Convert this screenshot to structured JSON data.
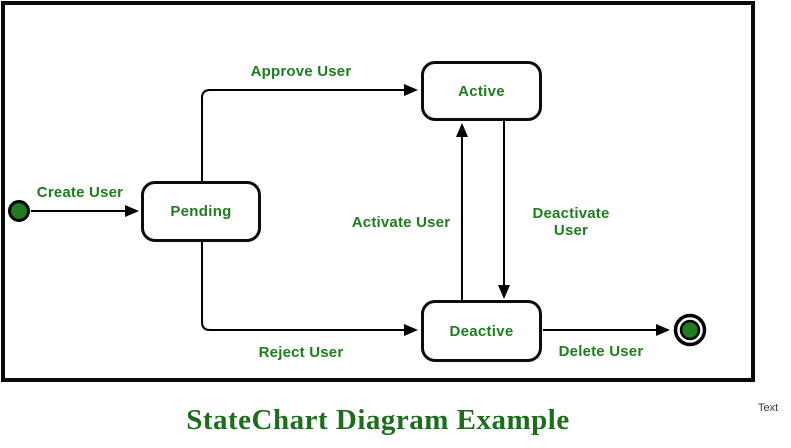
{
  "title": {
    "text": "StateChart Diagram Example"
  },
  "footnote": {
    "text": "Text"
  },
  "diagram": {
    "states": {
      "pending": "Pending",
      "active": "Active",
      "deactive": "Deactive"
    },
    "transitions": {
      "create": "Create User",
      "approve": "Approve User",
      "reject": "Reject User",
      "activate": "Activate User",
      "deactivate": "Deactivate User",
      "delete": "Delete User"
    },
    "colors": {
      "label_green": "#1e7d1e",
      "title_green": "#1c6e1c",
      "node_fill_green": "#1f7c1f",
      "line_black": "#000000"
    }
  }
}
